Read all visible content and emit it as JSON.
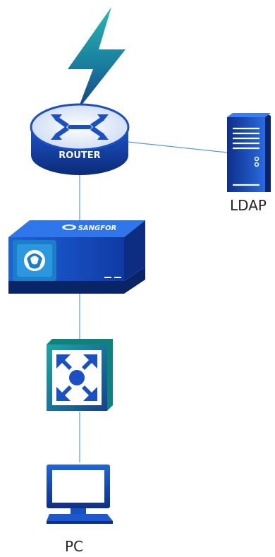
{
  "diagram": {
    "nodes": {
      "internet": {
        "icon": "lightning-bolt-icon"
      },
      "router": {
        "label": "ROUTER",
        "icon": "router-icon"
      },
      "ldap": {
        "label": "LDAP",
        "icon": "server-icon"
      },
      "firewall": {
        "brand": "SANGFOR",
        "icon": "firewall-appliance-icon"
      },
      "switch": {
        "icon": "switch-icon"
      },
      "pc": {
        "label": "PC",
        "icon": "desktop-computer-icon"
      }
    },
    "links": [
      {
        "from": "router",
        "to": "ldap"
      },
      {
        "from": "router",
        "to": "firewall"
      },
      {
        "from": "firewall",
        "to": "switch"
      },
      {
        "from": "switch",
        "to": "pc"
      }
    ],
    "colors": {
      "link": "#5b9bd5",
      "teal": "#1aa5a6",
      "navy": "#0e2a7a",
      "blue": "#1b4fc4"
    }
  }
}
